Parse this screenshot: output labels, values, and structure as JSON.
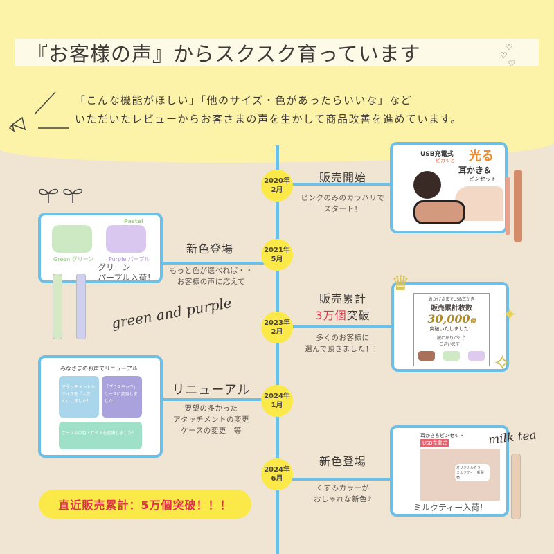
{
  "header": {
    "title": "『お客様の声』からスクスク育っています",
    "intro_line1": "「こんな機能がほしい」「他のサイズ・色があったらいいな」など",
    "intro_line2": "いただいたレビューからお客さまの声を生かして商品改善を進めています。"
  },
  "timeline": [
    {
      "year": "2020年",
      "month": "2月",
      "title": "販売開始",
      "desc1": "ピンクのみのカラバリで",
      "desc2": "スタート！"
    },
    {
      "year": "2021年",
      "month": "5月",
      "title": "新色登場",
      "desc1": "もっと色が選べれば・・",
      "desc2": "お客様の声に応えて"
    },
    {
      "year": "2023年",
      "month": "2月",
      "title": "販売累計",
      "title_highlight": "3万個",
      "title_suffix": "突破",
      "desc1": "多くのお客様に",
      "desc2": "選んで頂きました！！"
    },
    {
      "year": "2024年",
      "month": "1月",
      "title": "リニューアル",
      "desc1": "要望の多かった",
      "desc2": "アタッチメントの変更",
      "desc3": "ケースの変更　等"
    },
    {
      "year": "2024年",
      "month": "6月",
      "title": "新色登場",
      "desc1": "くすみカラーが",
      "desc2": "おしゃれな新色♪"
    }
  ],
  "cards": {
    "launch": {
      "l1": "USB充電式",
      "l2": "ピカッと",
      "l3": "光る",
      "l4": "耳かき＆",
      "l5": "ピンセット"
    },
    "pastel": {
      "label": "Pastel",
      "green": "Green グリーン",
      "purple": "Purple パープル",
      "caption1": "グリーン",
      "caption2": "パープル入荷！"
    },
    "sales": {
      "l1": "おかげさまでUSB耳かき",
      "l2": "販売累計枚数",
      "count": "30,000",
      "unit": "個",
      "l3": "突破いたしました！",
      "l4": "誠にありがとう",
      "l5": "ございます！"
    },
    "renewal": {
      "heading": "みなさまのお声でリニューアル",
      "p1": "アタッチメントのサイズを「大きく」しました！",
      "p2": "「プラスチック」ケースに変更しました！",
      "p3": "ケーブルの色・サイズを変更しました！"
    },
    "milktea": {
      "l1": "耳かき＆ピンセット",
      "l2": "USB充電式",
      "l3": "オリジナルカラー ミルクティー新発売！",
      "caption": "ミルクティー入荷！"
    }
  },
  "scripts": {
    "green_purple": "green and purple",
    "milk_tea": "milk tea"
  },
  "banner": "直近販売累計：5万個突破！！！",
  "colors": {
    "timeline": "#6cc0e8",
    "dot": "#fbe94a",
    "highlight": "#e0324a",
    "top_bg": "#fdf3a8",
    "bottom_bg": "#efe5d2"
  }
}
